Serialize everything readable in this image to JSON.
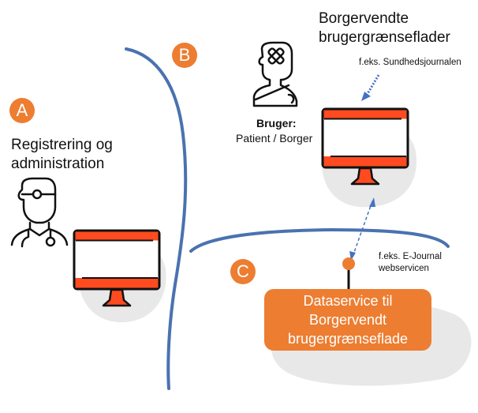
{
  "colors": {
    "accent_orange": "#ED7D31",
    "screen_red": "#FF4B1F",
    "line_blue": "#4A72B0",
    "arrow_blue": "#4472C4",
    "blob_gray": "#E8E8E8"
  },
  "badges": {
    "a": "A",
    "b": "B",
    "c": "C"
  },
  "section_a": {
    "title_line1": "Registrering og",
    "title_line2": "administration",
    "actor_icon": "doctor-icon",
    "screen_icon": "monitor-icon"
  },
  "section_b": {
    "title_line1": "Borgervendte",
    "title_line2": "brugergrænseflader",
    "example": "f.eks. Sundhedsjournalen",
    "user_label": "Bruger:",
    "user_sub": "Patient / Borger",
    "actor_icon": "patient-icon",
    "screen_icon": "monitor-icon"
  },
  "section_c": {
    "example_line1": "f.eks. E-Journal",
    "example_line2": "webservicen",
    "box_line1": "Dataservice til",
    "box_line2": "Borgervendt",
    "box_line3": "brugergrænseflade"
  }
}
